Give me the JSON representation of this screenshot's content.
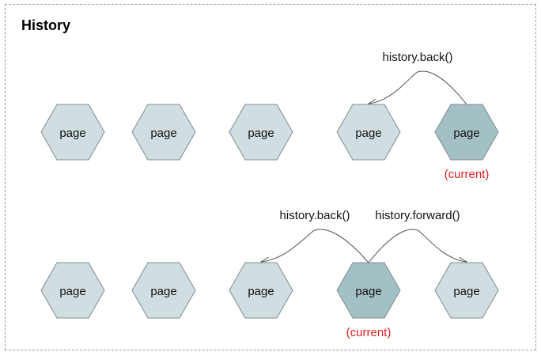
{
  "diagram": {
    "title": "History",
    "node_label": "page",
    "current_label": "(current)",
    "colors": {
      "node_fill": "#d0dee2",
      "current_fill": "#a3c0c4",
      "node_stroke": "#7e8c90",
      "current_text": "#e02020",
      "arrow": "#555555"
    },
    "rows": [
      {
        "nodes": [
          "page",
          "page",
          "page",
          "page",
          "page"
        ],
        "current_index": 4,
        "arrows": [
          {
            "label": "history.back()",
            "from": 4,
            "to": 3
          }
        ]
      },
      {
        "nodes": [
          "page",
          "page",
          "page",
          "page",
          "page"
        ],
        "current_index": 3,
        "arrows": [
          {
            "label": "history.back()",
            "from": 3,
            "to": 2
          },
          {
            "label": "history.forward()",
            "from": 3,
            "to": 4
          }
        ]
      }
    ]
  }
}
